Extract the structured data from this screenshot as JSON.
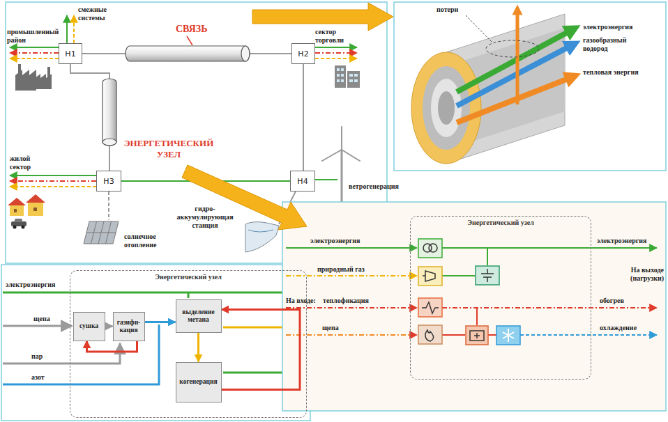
{
  "diagram": {
    "nodes": [
      {
        "text": [
          "H1"
        ]
      },
      {
        "text": [
          "H2"
        ]
      },
      {
        "text": [
          "H3"
        ]
      },
      {
        "text": [
          "H4"
        ]
      },
      {
        "text": [
          "Энергетический узел"
        ]
      },
      {
        "text": [
          "сушка"
        ],
        "in": 4
      },
      {
        "text": [
          "газифи-кация"
        ],
        "in": 4
      },
      {
        "text": [
          "выделение метана"
        ],
        "in": 4
      },
      {
        "text": [
          "когенерация"
        ],
        "in": 4
      },
      {
        "text": [
          "Энергетический узел"
        ]
      }
    ],
    "edges": [
      {
        "from": 0,
        "to": 1,
        "arrow": "none"
      },
      {
        "from": 0,
        "to": 2,
        "arrow": "none"
      },
      {
        "from": 2,
        "to": 3,
        "arrow": "none"
      },
      {
        "from": 1,
        "to": 3,
        "arrow": "none"
      },
      {
        "from": 5,
        "to": 6,
        "arrow": "to"
      },
      {
        "from": 6,
        "to": 7,
        "arrow": "to"
      },
      {
        "from": 7,
        "to": 8,
        "arrow": "to"
      },
      {
        "from": 6,
        "to": 5,
        "arrow": "to"
      },
      {
        "from": 8,
        "to": 7,
        "arrow": "to"
      }
    ],
    "labels": [
      "смежные системы",
      "промышленный район",
      "СВЯЗЬ",
      "сектор торговли",
      "ЭНЕРГЕТИЧЕСКИЙ УЗЕЛ",
      "жилой сектор",
      "ветрогенерация",
      "гидро-аккумулирующая станция",
      "солнечное отопление",
      "потери",
      "электроэнергия",
      "газообразный водород",
      "тепловая энергия",
      "электроэнергия",
      "природный газ",
      "На входе:",
      "теплофикация",
      "щепа",
      "электроэнергия",
      "На выходе (нагрузки)",
      "обогрев",
      "охлаждение",
      "электроэнергия",
      "щепа",
      "пар",
      "азот"
    ]
  }
}
